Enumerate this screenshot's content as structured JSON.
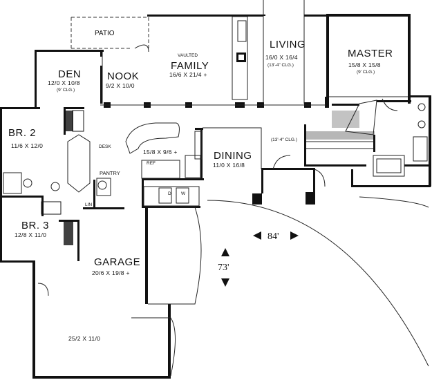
{
  "rooms": {
    "patio": {
      "name": "PATIO"
    },
    "den": {
      "name": "DEN",
      "dims": "12/0 X 10/8",
      "note": "(9' CLG.)"
    },
    "nook": {
      "name": "NOOK",
      "dims": "9/2 X 10/0"
    },
    "family": {
      "prefix": "VAULTED",
      "name": "FAMILY",
      "dims": "16/6 X 21/4 +"
    },
    "living": {
      "name": "LIVING",
      "dims": "16/0 X 16/4",
      "note": "(13'-4\" CLG.)"
    },
    "master": {
      "name": "MASTER",
      "dims": "15/8 X 15/8",
      "note": "(9' CLG.)"
    },
    "br2": {
      "name": "BR. 2",
      "dims": "11/6 X 12/0"
    },
    "kitchen": {
      "dims": "15/8 X 9/6 +"
    },
    "dining": {
      "name": "DINING",
      "dims": "11/0 X 16/8"
    },
    "hall_note": {
      "note": "(13'-4\" CLG.)"
    },
    "br3": {
      "name": "BR. 3",
      "dims": "12/8 X 11/0"
    },
    "garage": {
      "name": "GARAGE",
      "dims": "20/6 X 19/8 +"
    },
    "garage2": {
      "dims": "25/2 X 11/0"
    }
  },
  "fixtures": {
    "desk": "DESK",
    "pantry": "PANTRY",
    "ref": "REF",
    "dw": "D",
    "wash": "W",
    "linen": "LIN"
  },
  "dimensions": {
    "width": "84'",
    "depth": "73'"
  }
}
